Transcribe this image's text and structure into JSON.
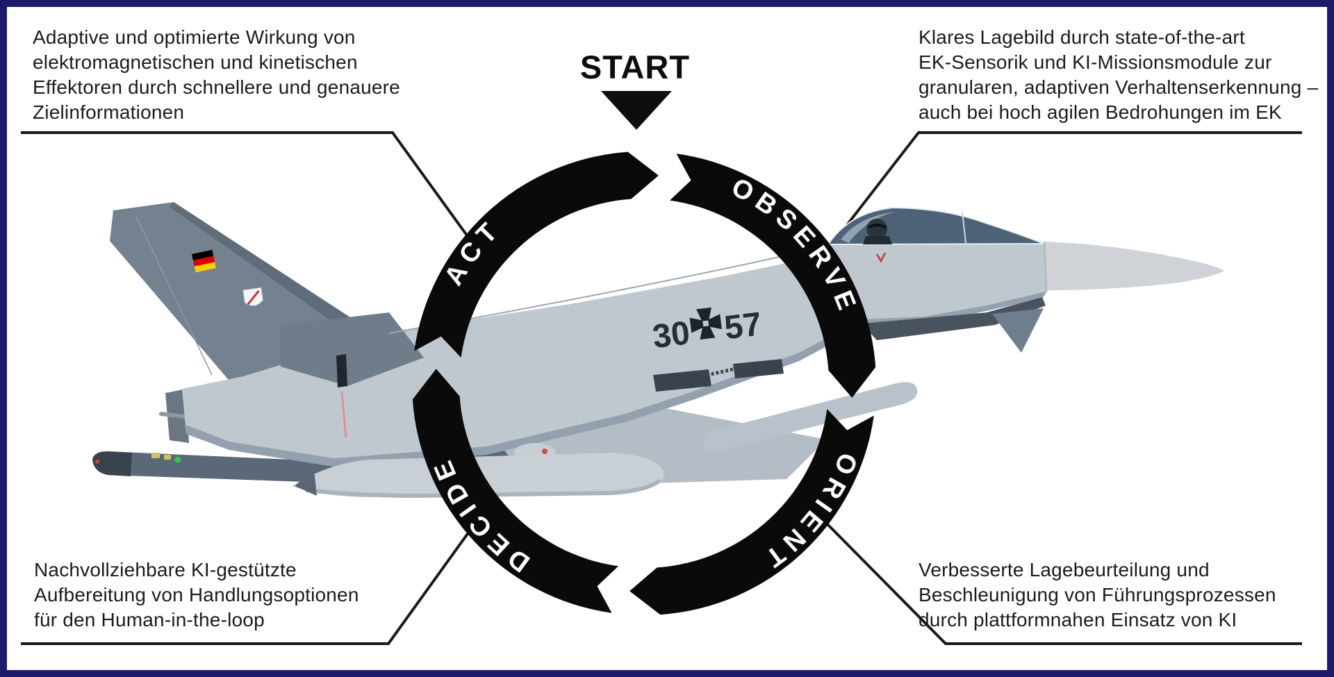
{
  "frame": {
    "border_color": "#1d1a6b",
    "background": "#ffffff"
  },
  "start": {
    "label": "START"
  },
  "loop": {
    "direction": "clockwise",
    "ring_color": "#0a0a0a",
    "label_color": "#ffffff",
    "segments": [
      {
        "label": "OBSERVE"
      },
      {
        "label": "ORIENT"
      },
      {
        "label": "DECIDE"
      },
      {
        "label": "ACT"
      }
    ]
  },
  "annotations": {
    "top_left": {
      "lines": [
        "Adaptive und optimierte Wirkung von",
        "elektromagnetischen und kinetischen",
        "Effektoren durch schnellere und genauere",
        "Zielinformationen"
      ]
    },
    "top_right": {
      "lines": [
        "Klares Lagebild durch state-of-the-art",
        "EK-Sensorik und KI-Missionsmodule zur",
        "granularen, adaptiven Verhaltenserkennung –",
        "auch bei hoch agilen Bedrohungen im EK"
      ]
    },
    "bottom_left": {
      "lines": [
        "Nachvollziehbare KI-gestützte",
        "Aufbereitung von Handlungsoptionen",
        "für den Human-in-the-loop"
      ]
    },
    "bottom_right": {
      "lines": [
        "Verbesserte Lagebeurteilung und",
        "Beschleunigung von Führungsprozessen",
        "durch plattformnahen Einsatz von KI"
      ]
    }
  },
  "aircraft": {
    "type": "fighter-jet",
    "tail_code_left": "30",
    "tail_code_right": "57",
    "flag_colors": [
      "#000000",
      "#dd0000",
      "#ffce00"
    ]
  }
}
